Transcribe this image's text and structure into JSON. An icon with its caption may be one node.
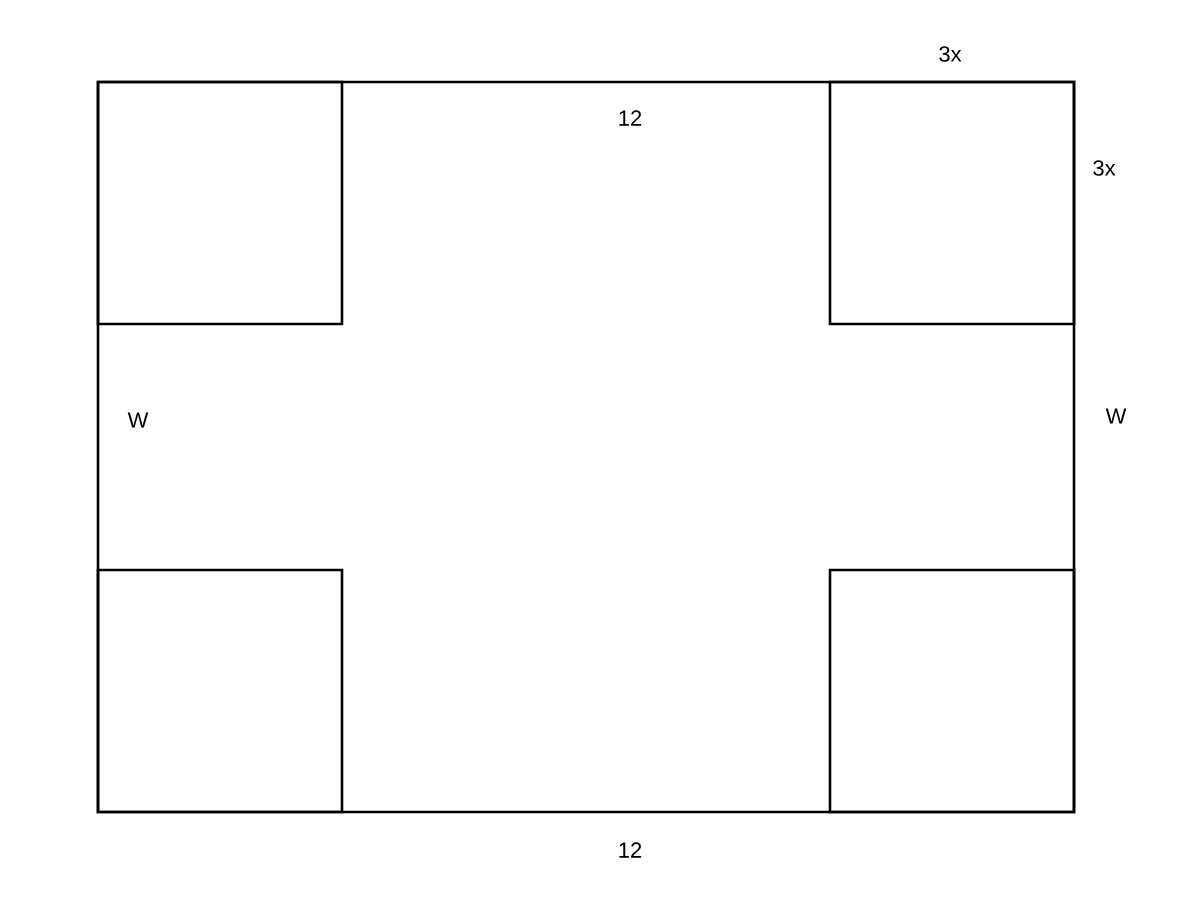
{
  "diagram": {
    "labels": [
      "3x",
      "12",
      "3x",
      "W",
      "W",
      "12"
    ]
  }
}
